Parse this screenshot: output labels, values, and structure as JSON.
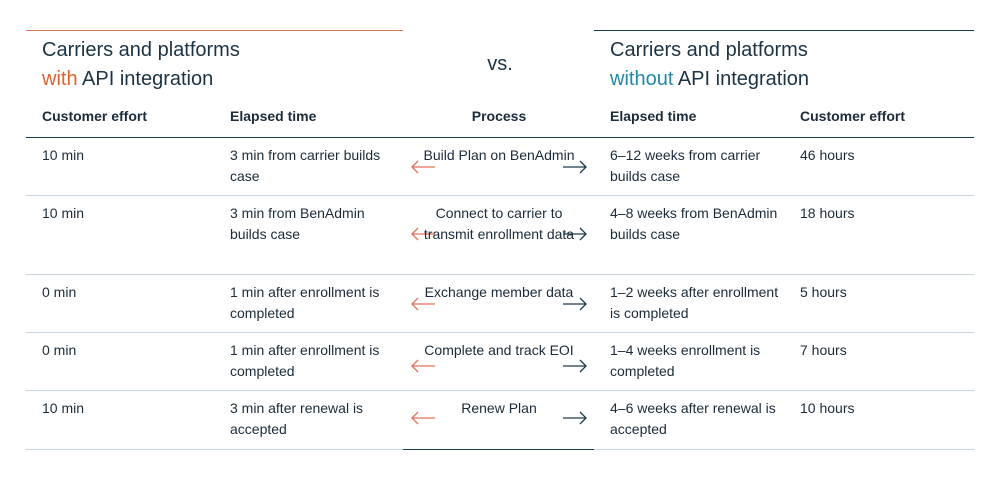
{
  "header": {
    "left_title_line1": "Carriers and platforms",
    "left_title_accent": "with",
    "left_title_rest": " API integration",
    "vs": "vs.",
    "right_title_line1": "Carriers and platforms",
    "right_title_accent": "without",
    "right_title_rest": " API integration"
  },
  "columns": {
    "effort_left": "Customer effort",
    "elapsed_left": "Elapsed time",
    "process": "Process",
    "elapsed_right": "Elapsed time",
    "effort_right": "Customer effort"
  },
  "rows": [
    {
      "effort_left": "10 min",
      "elapsed_left": "3 min from carrier builds case",
      "process": "Build Plan on BenAdmin",
      "elapsed_right": "6–12 weeks from carrier builds case",
      "effort_right": "46 hours"
    },
    {
      "effort_left": "10 min",
      "elapsed_left": "3 min from BenAdmin builds case",
      "process": "Connect to carrier to transmit enrollment data",
      "elapsed_right": "4–8 weeks from BenAdmin builds case",
      "effort_right": "18 hours"
    },
    {
      "effort_left": "0 min",
      "elapsed_left": "1 min after enrollment is completed",
      "process": "Exchange member data",
      "elapsed_right": "1–2 weeks after enrollment is completed",
      "effort_right": "5 hours"
    },
    {
      "effort_left": "0 min",
      "elapsed_left": "1 min after enrollment is completed",
      "process": "Complete and track EOI",
      "elapsed_right": "1–4 weeks enrollment is completed",
      "effort_right": "7 hours"
    },
    {
      "effort_left": "10 min",
      "elapsed_left": "3 min after renewal is accepted",
      "process": "Renew Plan",
      "elapsed_right": "4–6 weeks after renewal is accepted",
      "effort_right": "10 hours"
    }
  ],
  "colors": {
    "accent_with": "#e0612f",
    "accent_without": "#1f8aa6",
    "arrow_left": "#e2725b",
    "arrow_right": "#1c3b4c"
  },
  "icons": {
    "left_arrow": "arrow-left-icon",
    "right_arrow": "arrow-right-icon"
  }
}
